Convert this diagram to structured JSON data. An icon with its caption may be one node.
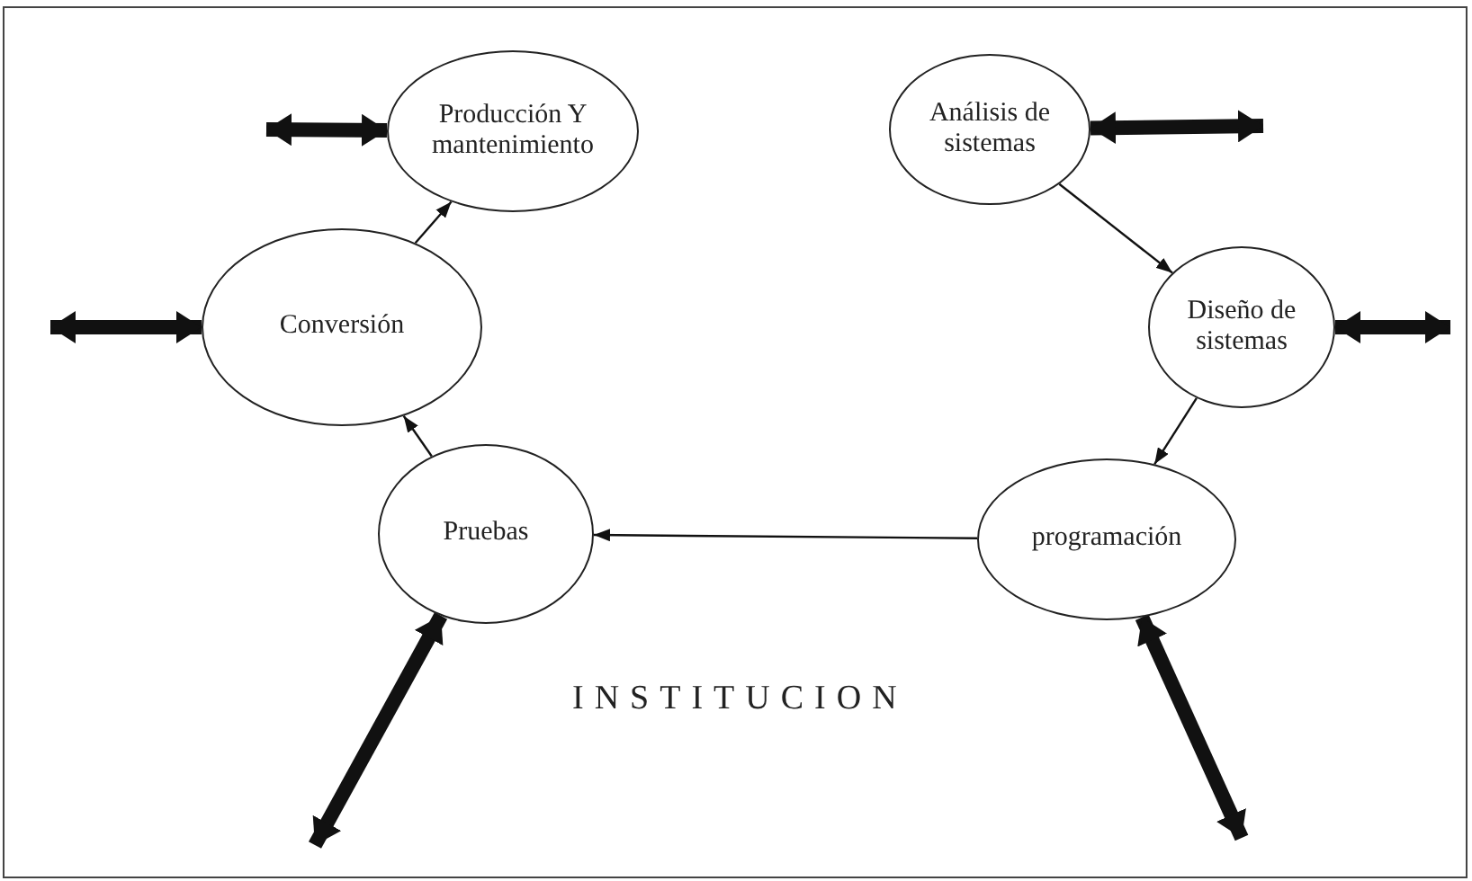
{
  "diagram": {
    "nodes": [
      {
        "text": [
          "Producción Y mantenimiento"
        ]
      },
      {
        "text": [
          "Análisis de sistemas"
        ]
      },
      {
        "text": [
          "Diseño de sistemas"
        ]
      },
      {
        "text": [
          "programación"
        ]
      },
      {
        "text": [
          "Pruebas"
        ]
      },
      {
        "text": [
          "Conversión"
        ]
      }
    ],
    "edges": [
      {
        "from": 1,
        "to": 2,
        "arrow": "to"
      },
      {
        "from": 2,
        "to": 3,
        "arrow": "to"
      },
      {
        "from": 3,
        "to": 4,
        "arrow": "to"
      },
      {
        "from": 4,
        "to": 5,
        "arrow": "to"
      },
      {
        "from": 5,
        "to": 0,
        "arrow": "to"
      },
      {
        "from": 0,
        "to": null,
        "arrow": "both"
      },
      {
        "from": 1,
        "to": null,
        "arrow": "both"
      },
      {
        "from": 2,
        "to": null,
        "arrow": "both"
      },
      {
        "from": 3,
        "to": null,
        "arrow": "both"
      },
      {
        "from": 4,
        "to": null,
        "arrow": "both"
      },
      {
        "from": 5,
        "to": null,
        "arrow": "both"
      }
    ],
    "labels": [
      "INSTITUCION"
    ]
  }
}
